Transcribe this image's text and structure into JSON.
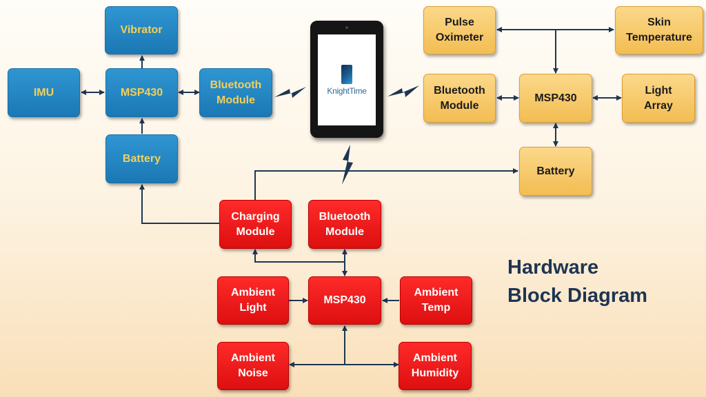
{
  "title": "Hardware\nBlock Diagram",
  "phone": {
    "app_name": "KnightTime"
  },
  "blue": {
    "vibrator": "Vibrator",
    "imu": "IMU",
    "msp430": "MSP430",
    "bluetooth": "Bluetooth\nModule",
    "battery": "Battery"
  },
  "yellow": {
    "pulse_oximeter": "Pulse\nOximeter",
    "skin_temperature": "Skin\nTemperature",
    "bluetooth": "Bluetooth\nModule",
    "msp430": "MSP430",
    "light_array": "Light\nArray",
    "battery": "Battery"
  },
  "red": {
    "charging": "Charging\nModule",
    "bluetooth": "Bluetooth\nModule",
    "ambient_light": "Ambient\nLight",
    "msp430": "MSP430",
    "ambient_temp": "Ambient\nTemp",
    "ambient_noise": "Ambient\nNoise",
    "ambient_humidity": "Ambient\nHumidity"
  },
  "colors": {
    "blue_box": "#1f80bf",
    "blue_text": "#f6cf55",
    "yellow_box": "#f7c868",
    "red_box": "#ee1a1a",
    "wire": "#1e3552",
    "title": "#1e3552"
  }
}
